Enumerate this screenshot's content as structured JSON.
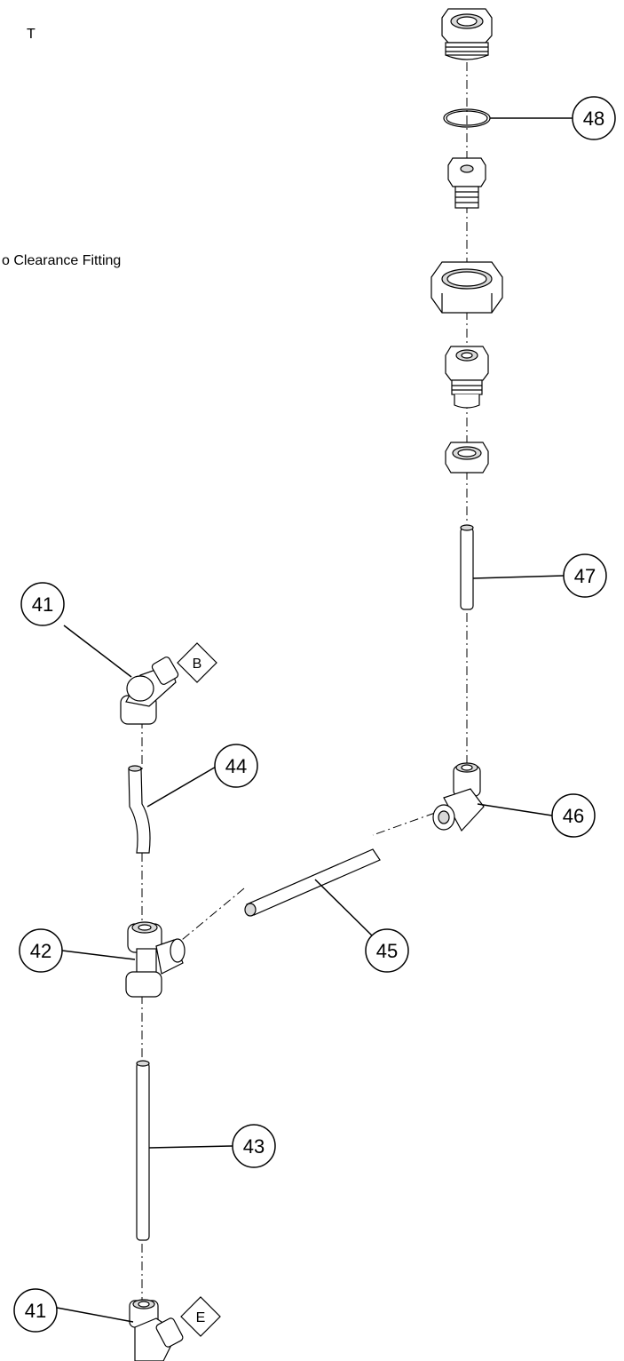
{
  "header": {
    "fragment_1": "T",
    "fragment_2": "o Clearance Fitting"
  },
  "callouts": {
    "c48": "48",
    "c47": "47",
    "c41_top": "41",
    "c44": "44",
    "c46": "46",
    "c42": "42",
    "c45": "45",
    "c43": "43",
    "c41_bottom": "41"
  },
  "connection_markers": {
    "b": "B",
    "e": "E"
  },
  "colors": {
    "line": "#000000",
    "part_shade": "#d9d9d9",
    "background": "#ffffff"
  }
}
